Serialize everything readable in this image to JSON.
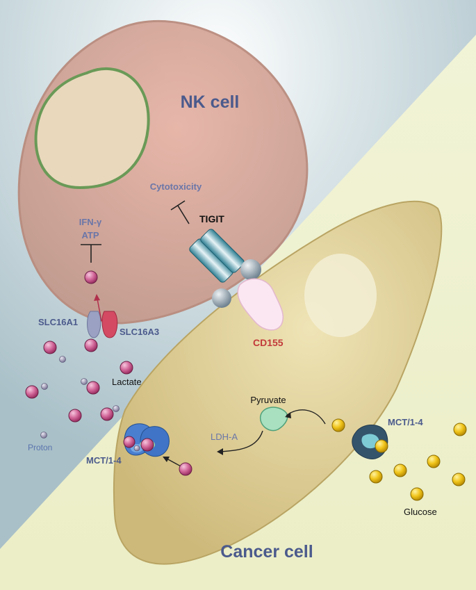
{
  "nk_cell": {
    "title": "NK cell"
  },
  "cancer_cell": {
    "title": "Cancer cell"
  },
  "labels": {
    "cytotoxicity": "Cytotoxicity",
    "tigit": "TIGIT",
    "ifn": "IFN-γ",
    "atp": "ATP",
    "slc16a1": "SLC16A1",
    "slc16a3": "SLC16A3",
    "cd155": "CD155",
    "lactate": "Lactate",
    "proton": "Proton",
    "pyruvate": "Pyruvate",
    "ldha": "LDH-A",
    "mct_left": "MCT/1-4",
    "mct_right": "MCT/1-4",
    "glucose": "Glucose"
  },
  "colors": {
    "bg_blue": "#b9ccd3",
    "bg_yellow": "#eef0cd",
    "nk_fill": "#cfa59a",
    "nucleus_ring": "#6a9a57",
    "cancer_fill": "#dccb8d",
    "label_blue": "#4b5a8c",
    "label_red": "#c23a3a",
    "lactate_pink": "#c9558f",
    "glucose_yellow": "#f0c419"
  }
}
